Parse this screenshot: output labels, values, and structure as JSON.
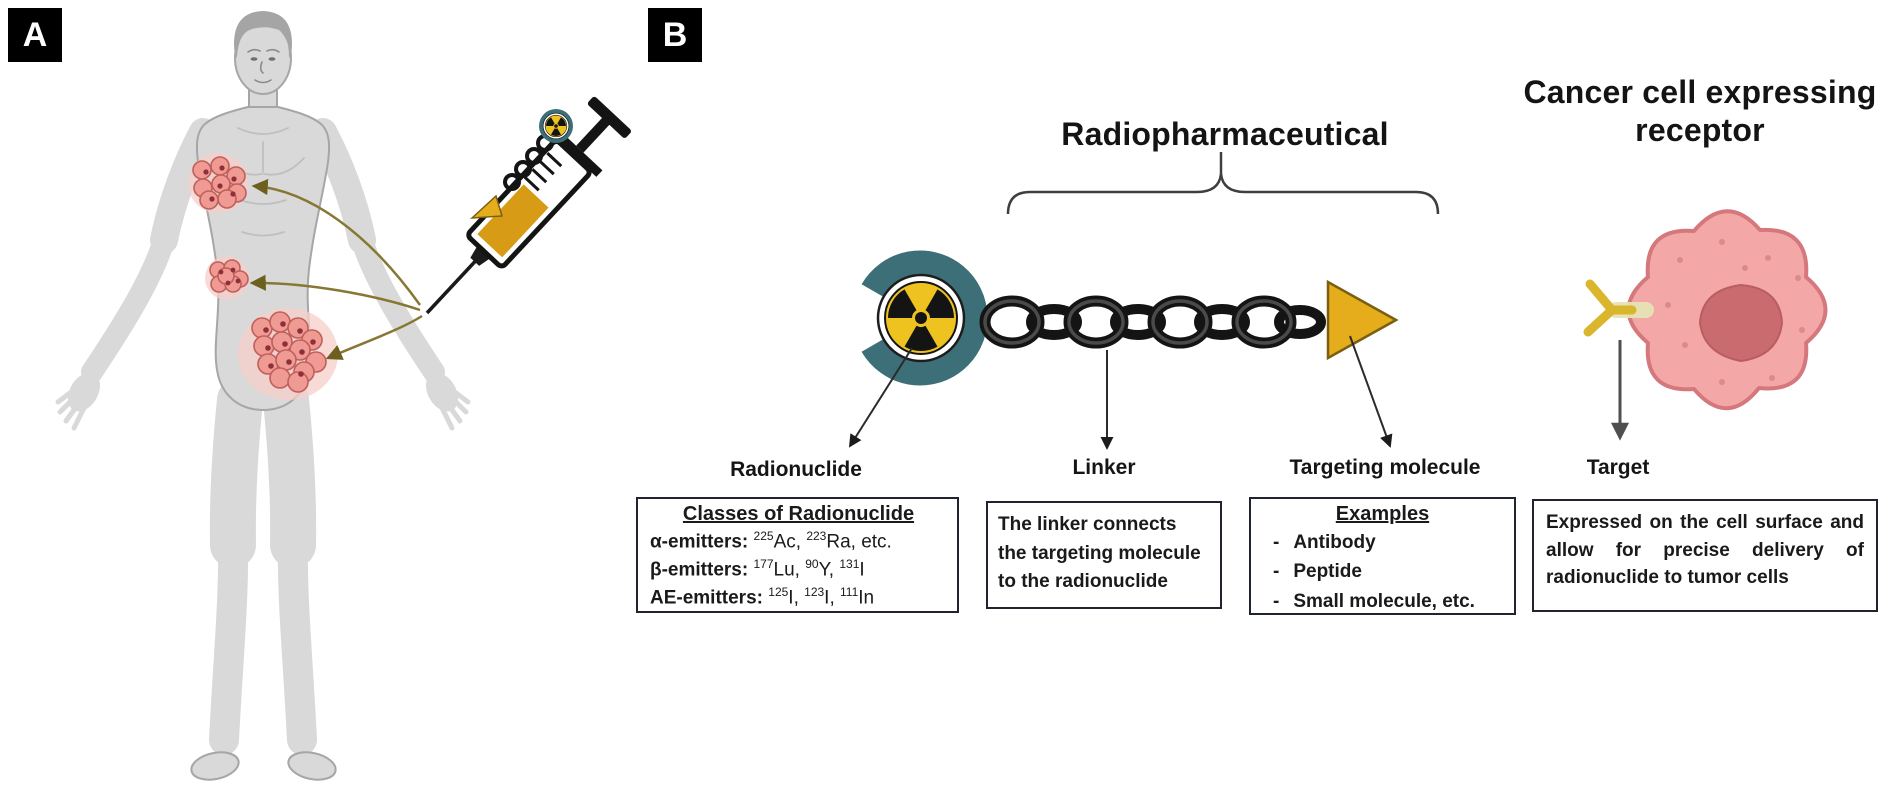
{
  "figure": {
    "panelA": {
      "letter": "A"
    },
    "panelB": {
      "letter": "B",
      "radiopharmaceutical_title": "Radiopharmaceutical",
      "cancer_cell_title": {
        "line1": "Cancer cell expressing",
        "line2": "receptor"
      },
      "components": {
        "radionuclide": {
          "label": "Radionuclide",
          "box_title": "Classes of Radionuclide",
          "rows": [
            {
              "label": "α-emitters:",
              "parts": [
                {
                  "sup": "225",
                  "text": "Ac, "
                },
                {
                  "sup": "223",
                  "text": "Ra, etc."
                }
              ]
            },
            {
              "label": "β-emitters:",
              "parts": [
                {
                  "sup": "177",
                  "text": "Lu, "
                },
                {
                  "sup": "90",
                  "text": "Y, "
                },
                {
                  "sup": "131",
                  "text": "I"
                }
              ]
            },
            {
              "label": "AE-emitters:",
              "parts": [
                {
                  "sup": "125",
                  "text": "I, "
                },
                {
                  "sup": "123",
                  "text": "I, "
                },
                {
                  "sup": "111",
                  "text": "In"
                }
              ]
            }
          ]
        },
        "linker": {
          "label": "Linker",
          "box_text": "The linker connects the targeting molecule to the radionuclide"
        },
        "targeting_molecule": {
          "label": "Targeting molecule",
          "box_title": "Examples",
          "dash": "-",
          "examples": [
            "Antibody",
            "Peptide",
            "Small molecule, etc."
          ]
        },
        "target": {
          "label": "Target",
          "box_text": "Expressed on the cell surface and allow for precise delivery of radionuclide to tumor cells"
        }
      }
    },
    "colors": {
      "chelator_teal": "#3c6f78",
      "trefoil_yellow": "#efc31f",
      "chain_black": "#141414",
      "targeting_gold": "#e5ad1c",
      "cell_pink": "#f3a7a7",
      "nucleus_pink": "#c96b6f",
      "receptor_yellow": "#d9b62c",
      "body_gray": "#d9d9d9",
      "tumor_pink": "#ef9a93",
      "injection_arrow_olive": "#877733",
      "syringe_liquid": "#d79b15"
    }
  }
}
